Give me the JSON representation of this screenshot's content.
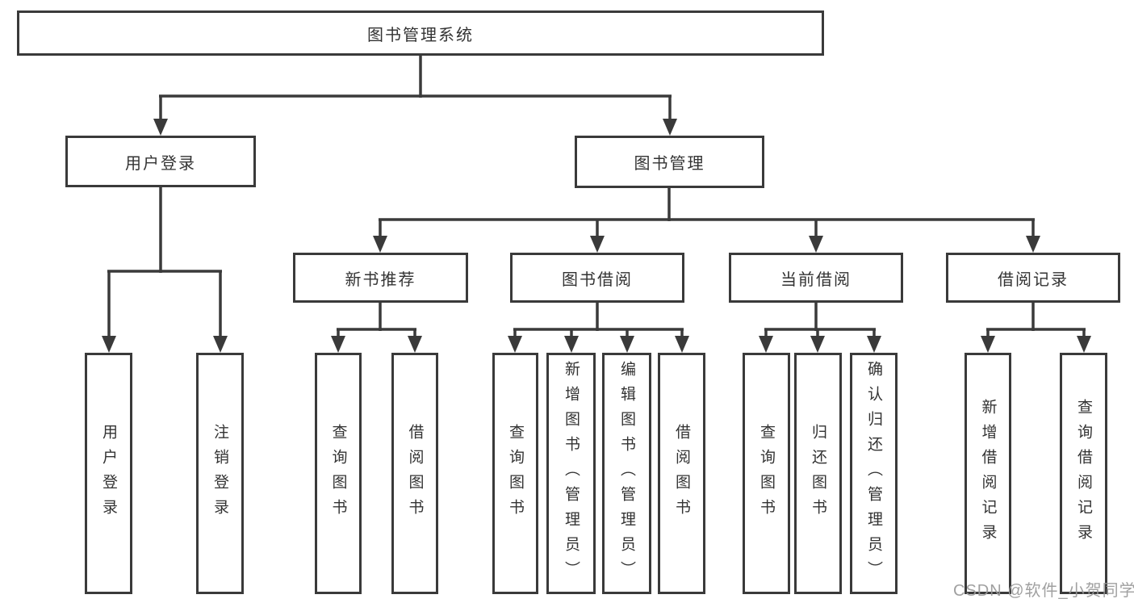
{
  "tree": {
    "label": "图书管理系统",
    "children": [
      {
        "label": "用户登录",
        "children": [
          {
            "label": "用户登录"
          },
          {
            "label": "注销登录"
          }
        ]
      },
      {
        "label": "图书管理",
        "children": [
          {
            "label": "新书推荐",
            "children": [
              {
                "label": "查询图书"
              },
              {
                "label": "借阅图书"
              }
            ]
          },
          {
            "label": "图书借阅",
            "children": [
              {
                "label": "查询图书"
              },
              {
                "label": "新增图书（管理员）"
              },
              {
                "label": "编辑图书（管理员）"
              },
              {
                "label": "借阅图书"
              }
            ]
          },
          {
            "label": "当前借阅",
            "children": [
              {
                "label": "查询图书"
              },
              {
                "label": "归还图书"
              },
              {
                "label": "确认归还（管理员）"
              }
            ]
          },
          {
            "label": "借阅记录",
            "children": [
              {
                "label": "新增借阅记录"
              },
              {
                "label": "查询借阅记录"
              }
            ]
          }
        ]
      }
    ]
  },
  "watermark": "CSDN @软件_小贺同学",
  "colors": {
    "line": "#3a3a3a",
    "text": "#333333",
    "box_background": "#ffffff",
    "watermark": "#989898",
    "background": "#ffffff"
  }
}
